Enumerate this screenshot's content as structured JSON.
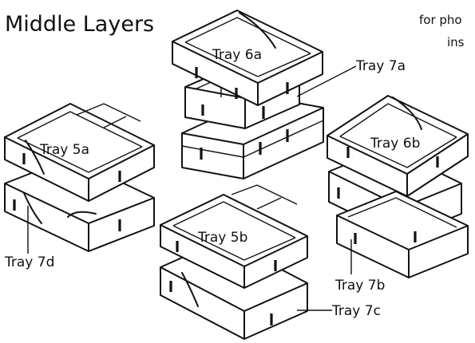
{
  "title": "Middle Layers",
  "corner_note": {
    "line1": "for pho",
    "line2": "ins"
  },
  "labels": {
    "tray_6a": "Tray  6a",
    "tray_7a": "Tray 7a",
    "tray_5a": "Tray  5a",
    "tray_6b": "Tray  6b",
    "tray_5b": "Tray  5b",
    "tray_7d": "Tray  7d",
    "tray_7b": "Tray 7b",
    "tray_7c": "Tray 7c"
  }
}
